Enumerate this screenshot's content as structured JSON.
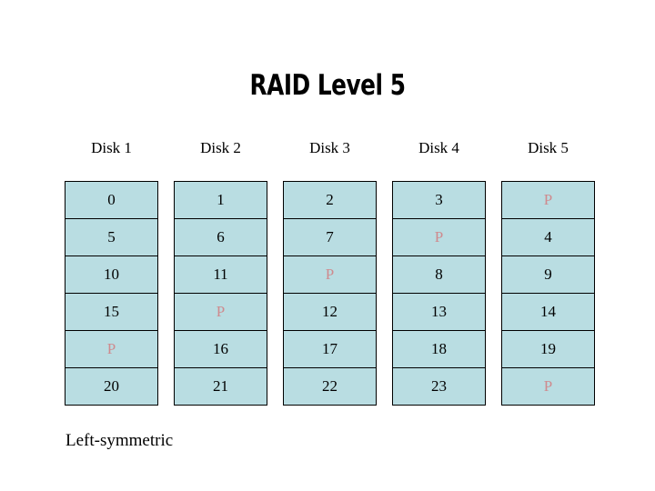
{
  "slide": {
    "title": "RAID Level 5",
    "caption": "Left-symmetric",
    "background_color": "#ffffff",
    "cell_fill_color": "#b9dde2",
    "cell_border_color": "#000000",
    "parity_text_color": "#cf8a8e",
    "data_text_color": "#000000"
  },
  "chart_data": {
    "type": "table",
    "title": "RAID Level 5",
    "annotation": "Left-symmetric",
    "columns": [
      "Disk 1",
      "Disk 2",
      "Disk 3",
      "Disk 4",
      "Disk 5"
    ],
    "rows": [
      [
        "0",
        "1",
        "2",
        "3",
        "P"
      ],
      [
        "5",
        "6",
        "7",
        "P",
        "4"
      ],
      [
        "10",
        "11",
        "P",
        "8",
        "9"
      ],
      [
        "15",
        "P",
        "12",
        "13",
        "14"
      ],
      [
        "P",
        "16",
        "17",
        "18",
        "19"
      ],
      [
        "20",
        "21",
        "22",
        "23",
        "P"
      ]
    ],
    "parity_marker": "P",
    "parity_positions": [
      {
        "row": 0,
        "col": 4
      },
      {
        "row": 1,
        "col": 3
      },
      {
        "row": 2,
        "col": 2
      },
      {
        "row": 3,
        "col": 1
      },
      {
        "row": 4,
        "col": 0
      },
      {
        "row": 5,
        "col": 4
      }
    ]
  }
}
